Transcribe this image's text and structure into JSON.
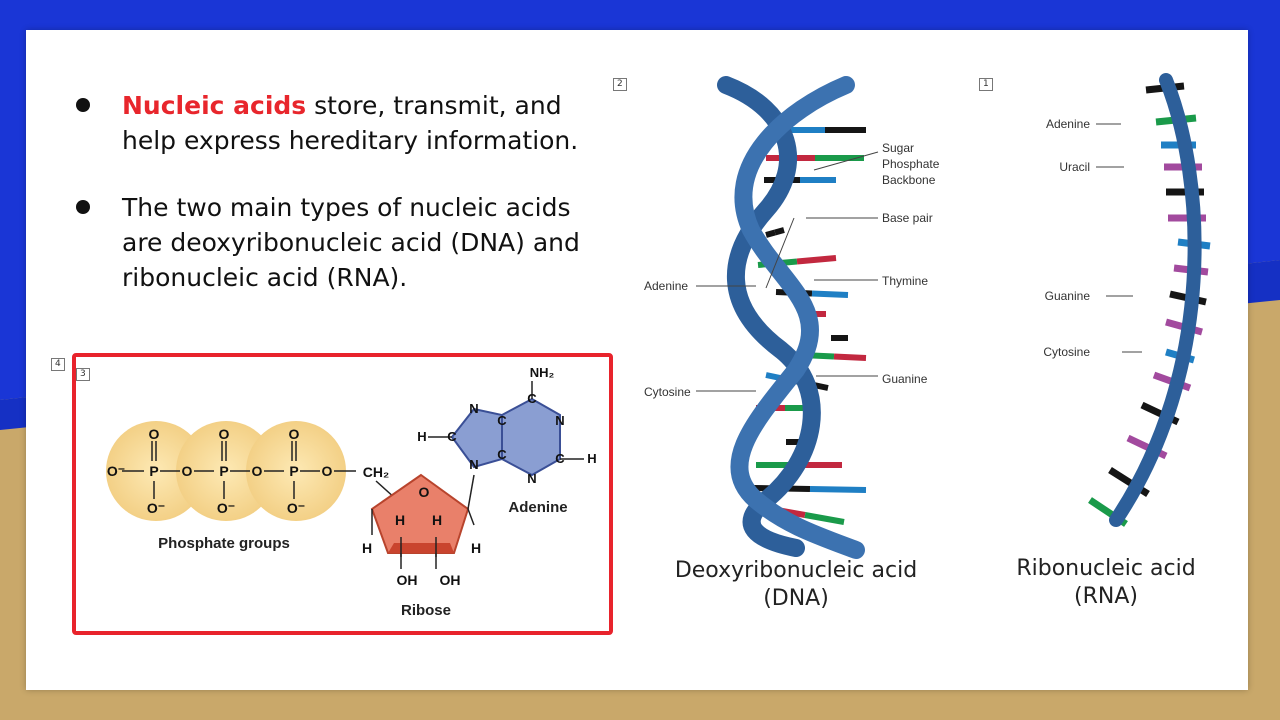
{
  "slide": {
    "bullets": [
      {
        "highlight": "Nucleic acids",
        "text": " store, transmit, and help express hereditary information."
      },
      {
        "highlight": "",
        "text": "The two main types of nucleic acids are deoxyribonucleic acid (DNA) and ribonucleic acid (RNA)."
      }
    ],
    "highlight_color": "#e8262c",
    "tags": {
      "rna_figure": "1",
      "dna_figure": "2",
      "nucleotide_figure": "3",
      "nucleotide_frame": "4"
    }
  },
  "nucleotide": {
    "phosphate_atoms": {
      "p": "P",
      "o": "O",
      "o_minus": "O⁻",
      "ch2": "CH₂"
    },
    "phosphate_label": "Phosphate groups",
    "ribose_label": "Ribose",
    "ribose_atoms": {
      "o": "O",
      "h": "H",
      "oh": "OH"
    },
    "adenine_label": "Adenine",
    "adenine_atoms": {
      "nh2": "NH₂",
      "n": "N",
      "c": "C",
      "h": "H"
    },
    "frame_color": "#e8232c"
  },
  "dna": {
    "labels": {
      "sugar_backbone": [
        "Sugar",
        "Phosphate",
        "Backbone"
      ],
      "base_pair": "Base pair",
      "thymine": "Thymine",
      "adenine": "Adenine",
      "guanine": "Guanine",
      "cytosine": "Cytosine"
    },
    "caption_line1": "Deoxyribonucleic acid",
    "caption_line2": "(DNA)"
  },
  "rna": {
    "labels": {
      "adenine": "Adenine",
      "uracil": "Uracil",
      "guanine": "Guanine",
      "cytosine": "Cytosine"
    },
    "caption_line1": "Ribonucleic acid",
    "caption_line2": "(RNA)"
  },
  "colors": {
    "backbone": "#2d5f9a",
    "adenine_base": "#1a9a4a",
    "thymine_base": "#1f7fc4",
    "guanine_base": "#151515",
    "cytosine_base": "#c2283f",
    "uracil_base": "#a24a9e"
  }
}
